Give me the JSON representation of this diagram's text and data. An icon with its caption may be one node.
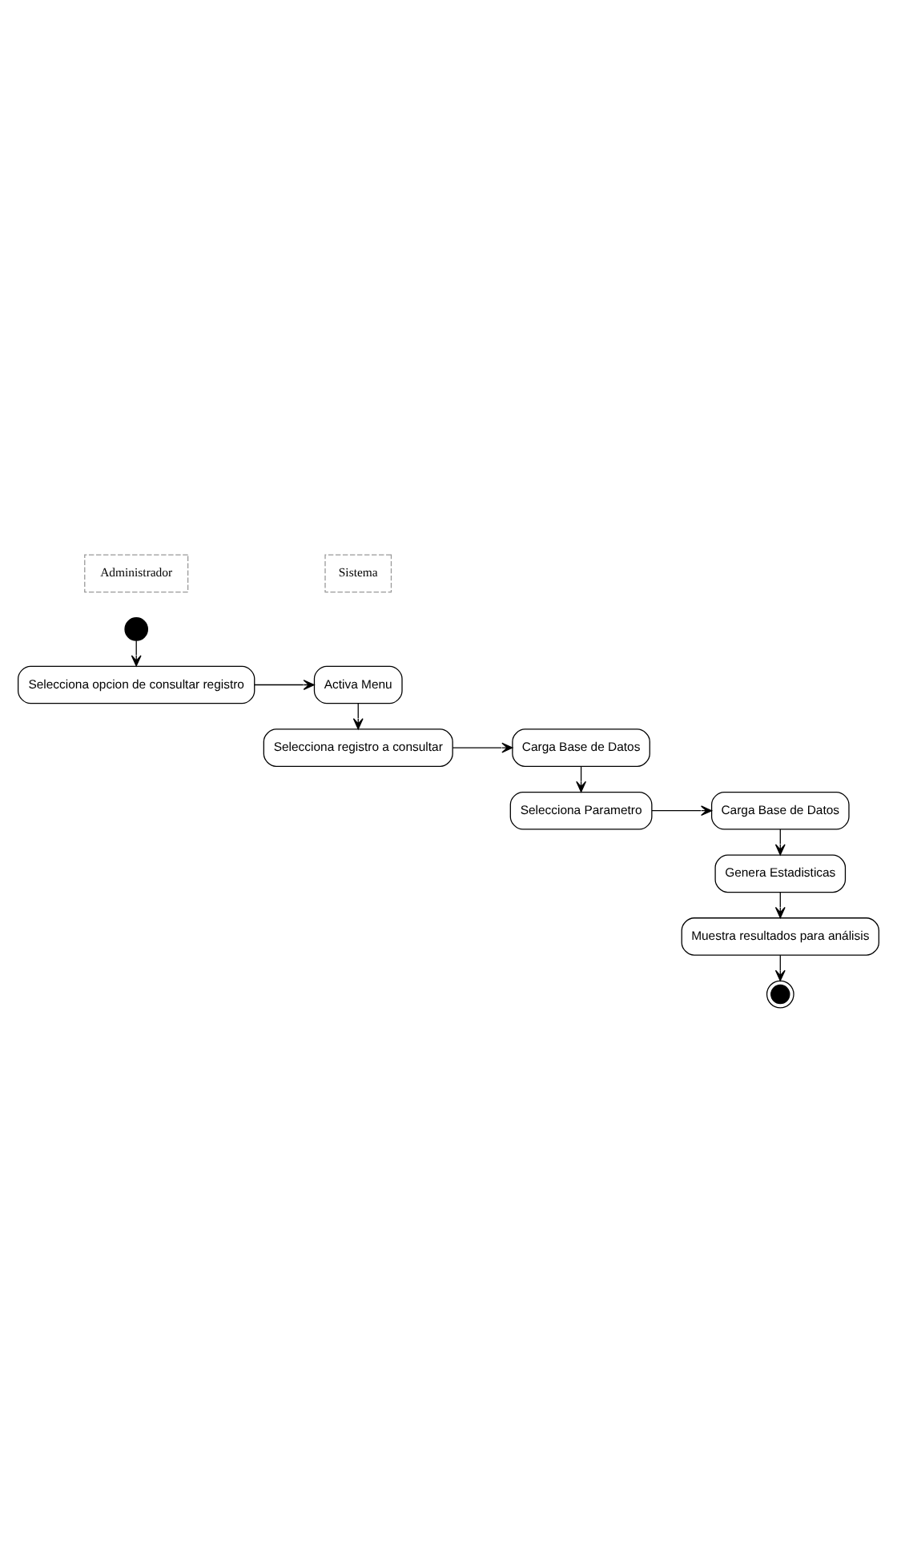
{
  "diagram": {
    "nodes": [
      {
        "text": [
          "Administrador"
        ]
      },
      {
        "text": [
          "Sistema"
        ]
      },
      {
        "text": [],
        "shape": "circle"
      },
      {
        "text": [
          "Selecciona opcion de consultar registro"
        ]
      },
      {
        "text": [
          "Activa Menu"
        ]
      },
      {
        "text": [
          "Selecciona registro a consultar"
        ]
      },
      {
        "text": [
          "Carga Base de Datos"
        ]
      },
      {
        "text": [
          "Selecciona Parametro"
        ]
      },
      {
        "text": [
          "Carga Base de Datos"
        ]
      },
      {
        "text": [
          "Genera Estadisticas"
        ]
      },
      {
        "text": [
          "Muestra resultados para análisis"
        ]
      },
      {
        "text": [],
        "shape": "bullseye"
      }
    ],
    "edges": [
      {
        "from": 2,
        "to": 3,
        "arrow": "to"
      },
      {
        "from": 3,
        "to": 4,
        "arrow": "to"
      },
      {
        "from": 4,
        "to": 5,
        "arrow": "to"
      },
      {
        "from": 5,
        "to": 6,
        "arrow": "to"
      },
      {
        "from": 6,
        "to": 7,
        "arrow": "to"
      },
      {
        "from": 7,
        "to": 8,
        "arrow": "to"
      },
      {
        "from": 8,
        "to": 9,
        "arrow": "to"
      },
      {
        "from": 9,
        "to": 10,
        "arrow": "to"
      },
      {
        "from": 10,
        "to": 11,
        "arrow": "to"
      }
    ]
  }
}
